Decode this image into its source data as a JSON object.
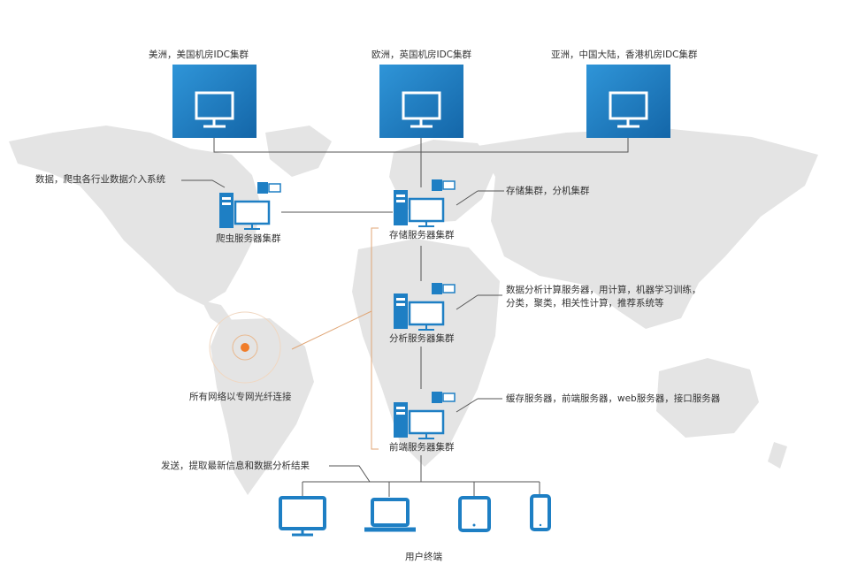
{
  "datacenters": [
    {
      "label": "美洲，美国机房IDC集群"
    },
    {
      "label": "欧洲，英国机房IDC集群"
    },
    {
      "label": "亚洲，中国大陆，香港机房IDC集群"
    }
  ],
  "clusters": {
    "crawler": {
      "label": "爬虫服务器集群",
      "note": "数据，爬虫各行业数据介入系统"
    },
    "storage": {
      "label": "存储服务器集群",
      "note": "存储集群，分机集群"
    },
    "analysis": {
      "label": "分析服务器集群",
      "note_line1": "数据分析计算服务器，用计算，机器学习训练，",
      "note_line2": "分类，聚类，相关性计算，推荐系统等"
    },
    "frontend": {
      "label": "前端服务器集群",
      "note": "缓存服务器，前端服务器，web服务器，接口服务器"
    }
  },
  "network_note": "所有网络以专网光纤连接",
  "delivery_note": "发送，提取最新信息和数据分析结果",
  "user_terminal_label": "用户终端",
  "colors": {
    "accent": "#1e7fc4",
    "map": "#e4e4e4",
    "line": "#555555",
    "bracket": "#e0a676",
    "dot": "#f07d2a"
  }
}
